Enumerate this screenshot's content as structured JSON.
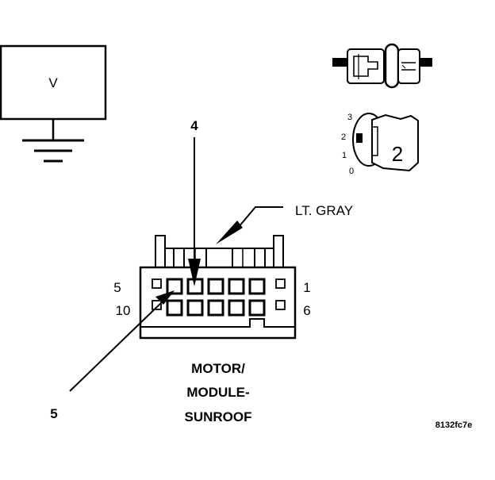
{
  "voltmeter": {
    "symbol": "V"
  },
  "connector": {
    "wire_color": "LT. GRAY",
    "pin_label_top_left": "5",
    "pin_label_top_right": "1",
    "pin_label_bottom_left": "10",
    "pin_label_bottom_right": "6",
    "name_lines": [
      "MOTOR/",
      "MODULE-",
      "SUNROOF"
    ]
  },
  "probes": {
    "probe_a_label": "4",
    "probe_b_label": "5"
  },
  "ignition_key": {
    "positions": [
      "3",
      "2",
      "1",
      "0"
    ],
    "current_position": "2"
  },
  "figure_id": "8132fc7e"
}
